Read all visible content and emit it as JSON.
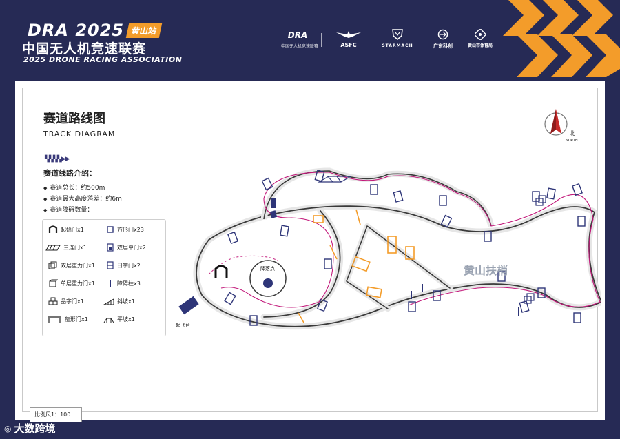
{
  "header": {
    "brand_line1": "DRA 2025",
    "venue_tag": "黄山站",
    "brand_line2": "中国无人机竞速联赛",
    "brand_line3": "2025 DRONE RACING ASSOCIATION",
    "sponsors": [
      {
        "mark": "DRA",
        "caption": "中国无人机竞速联赛",
        "icon": "dra-logo-icon"
      },
      {
        "mark": "ASFC",
        "caption": "",
        "icon": "asfc-wings-icon"
      },
      {
        "mark": "STARMACH",
        "caption": "",
        "icon": "starmach-shield-icon"
      },
      {
        "mark": "广东科创",
        "caption": "",
        "icon": "guangdong-logo-icon"
      },
      {
        "mark": "黄山市体育局",
        "caption": "",
        "icon": "huangshan-seal-icon"
      }
    ],
    "accent_color": "#f39c2a",
    "background_color": "#262a55"
  },
  "card": {
    "title_cn": "赛道路线图",
    "title_en": "TRACK DIAGRAM",
    "compass": {
      "label_cn": "北",
      "label_en": "NORTH",
      "icon": "north-arrow-icon"
    },
    "marker": "▚▚▚▚▶▶",
    "intro_title": "赛道线路介绍：",
    "stats": [
      "赛道总长：约500m",
      "赛道最大高度落差：约6m",
      "赛道障碍数量："
    ],
    "legend": [
      {
        "label": "起始门x1",
        "icon": "start-gate-icon"
      },
      {
        "label": "方形门x23",
        "icon": "square-gate-icon"
      },
      {
        "label": "三连门x1",
        "icon": "triple-gate-icon"
      },
      {
        "label": "双层单门x2",
        "icon": "double-single-gate-icon"
      },
      {
        "label": "双层重力门x1",
        "icon": "double-gravity-gate-icon"
      },
      {
        "label": "日字门x2",
        "icon": "ri-gate-icon"
      },
      {
        "label": "单层重力门x1",
        "icon": "single-gravity-gate-icon"
      },
      {
        "label": "障碍柱x3",
        "icon": "pillar-icon"
      },
      {
        "label": "品字门x1",
        "icon": "pin-gate-icon"
      },
      {
        "label": "斜坡x1",
        "icon": "slope-icon"
      },
      {
        "label": "龍形门x1",
        "icon": "dragon-gate-icon"
      },
      {
        "label": "平坡x1",
        "icon": "flat-slope-icon"
      }
    ],
    "map_labels": {
      "landing": "降落点",
      "takeoff": "起飞台",
      "watermark_text": "黄山扶梢"
    },
    "scale": "比例尺1：100",
    "track_colors": {
      "path": "#c2187a",
      "gate": "#2e3578",
      "gate_alt": "#f39c2a",
      "road": "#3a3a3a"
    }
  },
  "footer": {
    "watermark": "大数跨境",
    "watermark_icon": "dashuju-logo-icon"
  }
}
